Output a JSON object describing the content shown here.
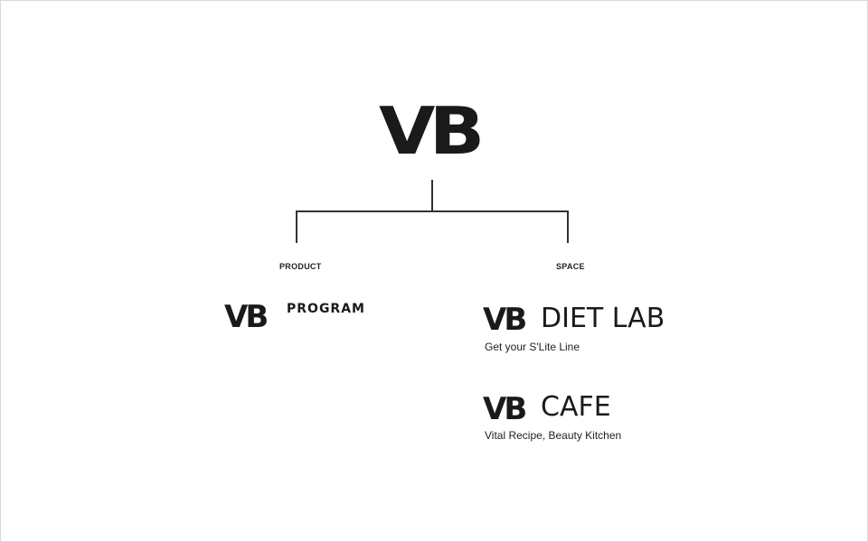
{
  "main_logo": {
    "text": "VB"
  },
  "branches": {
    "left": {
      "label": "PRODUCT"
    },
    "right": {
      "label": "SPACE"
    }
  },
  "products": [
    {
      "mark": "VB",
      "name": "PROGRAM"
    }
  ],
  "spaces": [
    {
      "mark": "VB",
      "name": "DIET LAB",
      "tagline": "Get your S'Lite Line"
    },
    {
      "mark": "VB",
      "name": "CAFE",
      "tagline": "Vital Recipe, Beauty Kitchen"
    }
  ],
  "colors": {
    "ink": "#1a1a1a",
    "line": "#333333",
    "border": "#d9d9d9",
    "background": "#ffffff"
  }
}
